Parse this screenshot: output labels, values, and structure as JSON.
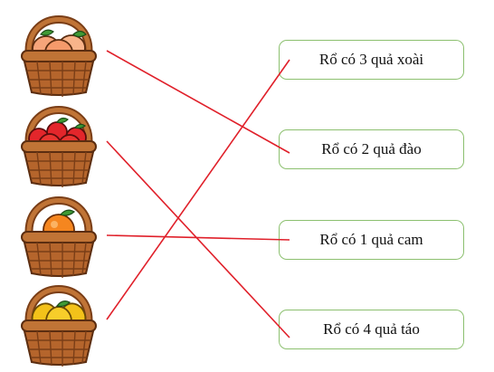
{
  "labels": [
    "Rổ có 3 quả xoài",
    "Rổ có 2 quả đào",
    "Rổ có 1 quả cam",
    "Rổ có 4 quả táo"
  ],
  "baskets": [
    {
      "fruit": "peach",
      "icon": "peach-basket-icon"
    },
    {
      "fruit": "apple",
      "icon": "apple-basket-icon"
    },
    {
      "fruit": "orange",
      "icon": "orange-basket-icon"
    },
    {
      "fruit": "mango",
      "icon": "mango-basket-icon"
    }
  ],
  "connections": [
    {
      "basket": 0,
      "label": 1
    },
    {
      "basket": 1,
      "label": 3
    },
    {
      "basket": 2,
      "label": 2
    },
    {
      "basket": 3,
      "label": 0
    }
  ],
  "colors": {
    "line": "#e0202a",
    "box_border": "#8cc06f",
    "basket": "#b5652c",
    "basket_dark": "#7a3e17",
    "peach": "#f6a57a",
    "apple": "#e3262b",
    "orange": "#f5861f",
    "mango": "#f3c21a",
    "leaf": "#3f9a35"
  }
}
